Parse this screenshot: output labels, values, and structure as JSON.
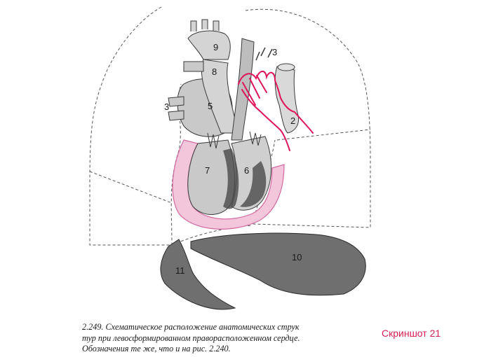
{
  "figure": {
    "labels": {
      "l2": "2",
      "l3a": "3",
      "l3b": "3",
      "l5": "5",
      "l6": "6",
      "l7": "7",
      "l8": "8",
      "l9": "9",
      "l10": "10",
      "l11": "11"
    },
    "colors": {
      "outline": "#3a3a3a",
      "chamber": "#c9c9c9",
      "dark": "#4a4a4a",
      "pink_fill": "#f3c6dc",
      "pink_stroke": "#d46aa0",
      "annotation": "#e0145a",
      "organ": "#6f6f6f"
    }
  },
  "caption": {
    "line1": "2.249. Схематическое расположение анатомических струк",
    "line2": "тур при левосформированном праворасположенном сердце.",
    "line3": "Обозначения те же, что и на рис. 2.240."
  },
  "screenshot_label": "Скриншот 21"
}
